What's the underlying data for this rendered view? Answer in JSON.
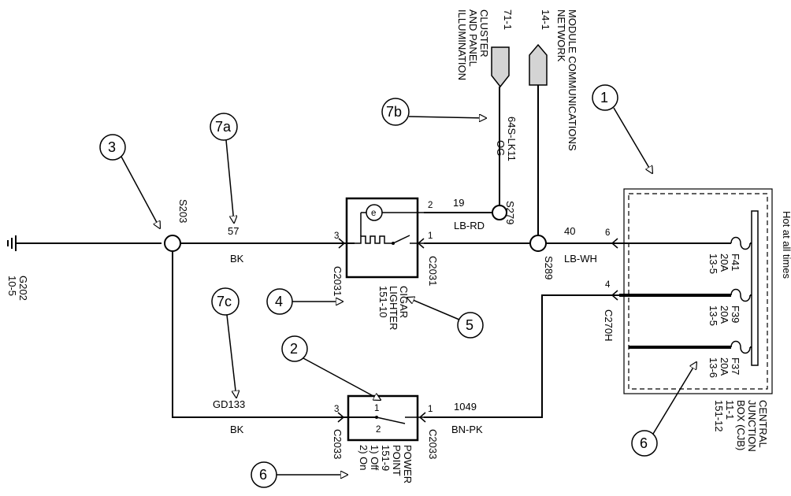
{
  "refs": {
    "g202": "G202",
    "g202_page": "10-5",
    "s203": "S203",
    "s279": "S279",
    "s289": "S289",
    "c2031": "C2031",
    "c2033": "C2033",
    "c270h": "C270H"
  },
  "pins": {
    "cigar_3": "3",
    "cigar_2": "2",
    "cigar_1": "1",
    "power_3": "3",
    "power_1": "1",
    "cjb_6": "6",
    "cjb_4": "4",
    "sw_1": "1",
    "sw_2": "2"
  },
  "circuits": {
    "c57": "57",
    "c57_color": "BK",
    "c19": "19",
    "c19_color": "LB-RD",
    "c40": "40",
    "c40_color": "LB-WH",
    "gd133": "GD133",
    "gd133_color": "BK",
    "c1049": "1049",
    "c1049_color": "BN-PK",
    "c64s": "64S-LK11",
    "c64s_color": "OG"
  },
  "connectors": {
    "cluster_ref": "71-1",
    "cluster_line1": "CLUSTER",
    "cluster_line2": "AND PANEL",
    "cluster_line3": "ILLUMINATION",
    "network_ref": "14-1",
    "network_line1": "MODULE COMMUNICATIONS",
    "network_line2": "NETWORK"
  },
  "components": {
    "cigar_line1": "CIGAR",
    "cigar_line2": "LIGHTER",
    "cigar_line3": "151-10",
    "power_line1": "POWER",
    "power_line2": "POINT",
    "power_line3": "151-9",
    "power_line4": "1) Off",
    "power_line5": "2) On",
    "cjb_line1": "CENTRAL",
    "cjb_line2": "JUNCTION",
    "cjb_line3": "BOX (CJB)",
    "cjb_line4": "11-1",
    "cjb_line5": "151-12",
    "hot": "Hot at all times"
  },
  "fuses": [
    {
      "name": "F41",
      "rating": "20A",
      "page": "13-5"
    },
    {
      "name": "F39",
      "rating": "20A",
      "page": "13-5"
    },
    {
      "name": "F37",
      "rating": "20A",
      "page": "13-6"
    }
  ],
  "callouts": {
    "c1": "1",
    "c2": "2",
    "c3": "3",
    "c4": "4",
    "c5": "5",
    "c6a": "6",
    "c6b": "6",
    "c7a": "7a",
    "c7b": "7b",
    "c7c": "7c"
  }
}
